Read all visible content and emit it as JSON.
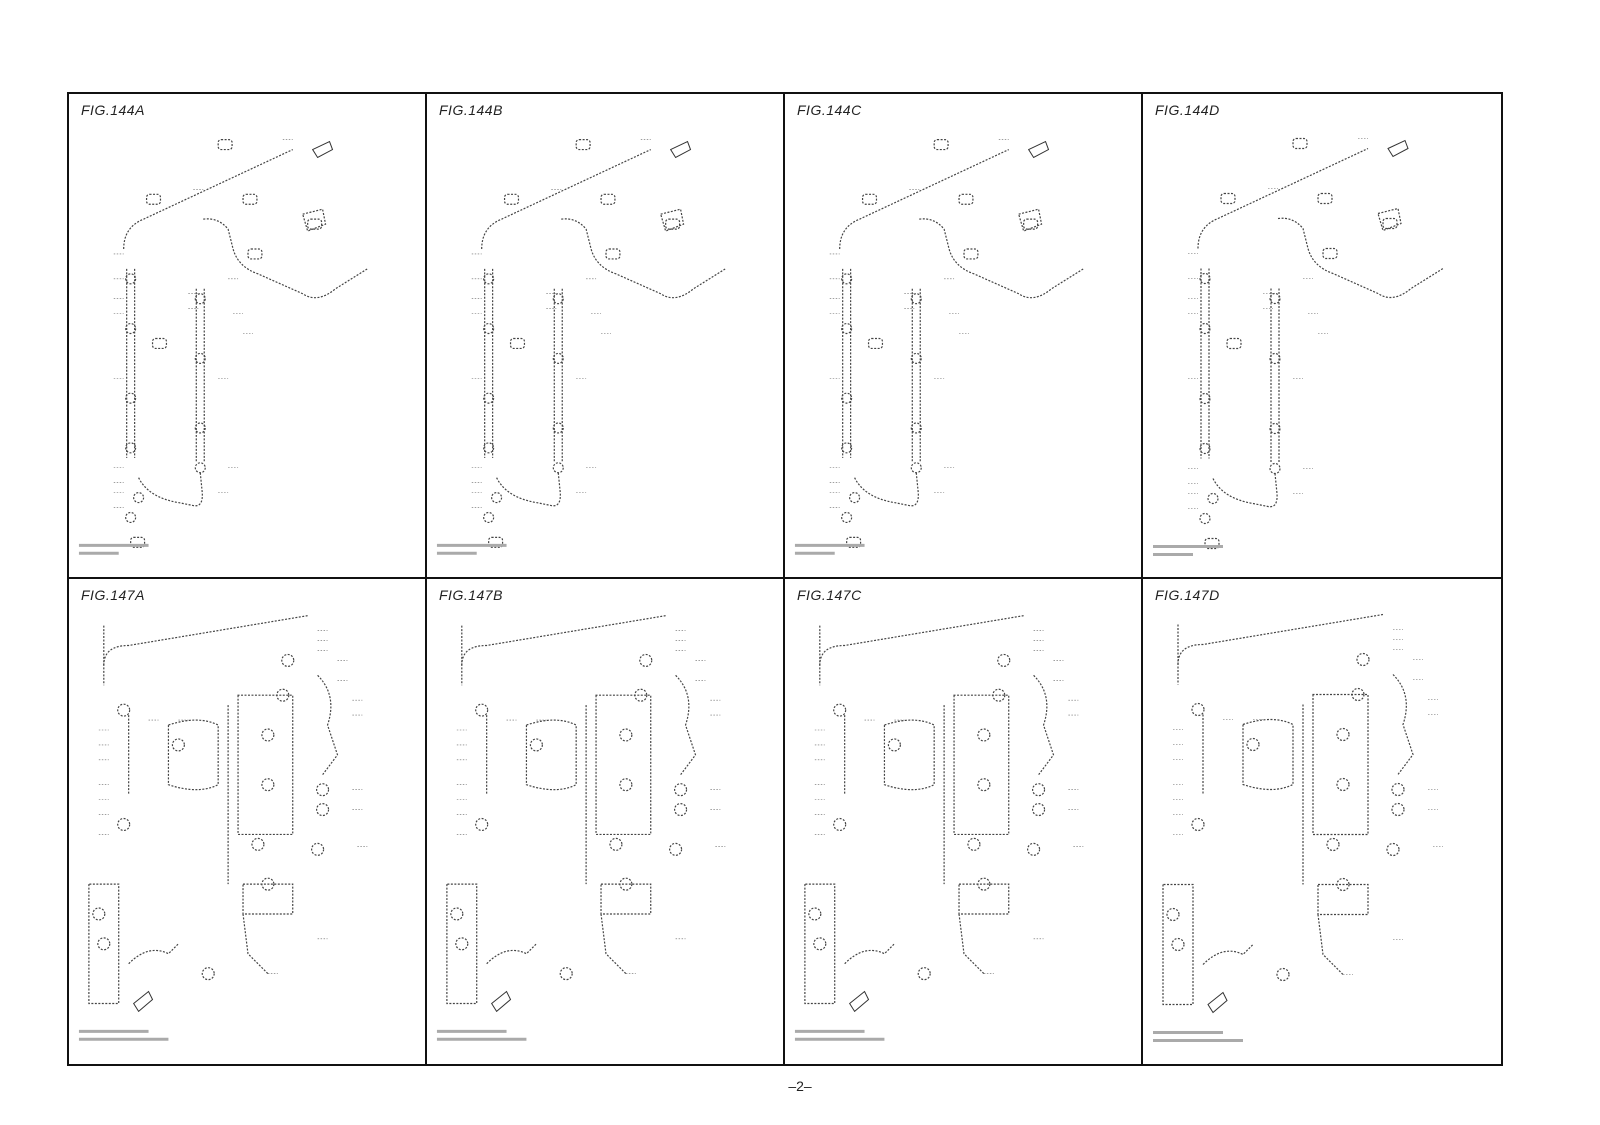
{
  "panels": [
    {
      "title": "FIG.144A",
      "kind": "fuel-rail"
    },
    {
      "title": "FIG.144B",
      "kind": "fuel-rail"
    },
    {
      "title": "FIG.144C",
      "kind": "fuel-rail"
    },
    {
      "title": "FIG.144D",
      "kind": "fuel-rail"
    },
    {
      "title": "FIG.147A",
      "kind": "fuel-pump"
    },
    {
      "title": "FIG.147B",
      "kind": "fuel-pump"
    },
    {
      "title": "FIG.147C",
      "kind": "fuel-pump"
    },
    {
      "title": "FIG.147D",
      "kind": "fuel-pump"
    }
  ],
  "page_number": "–2–"
}
